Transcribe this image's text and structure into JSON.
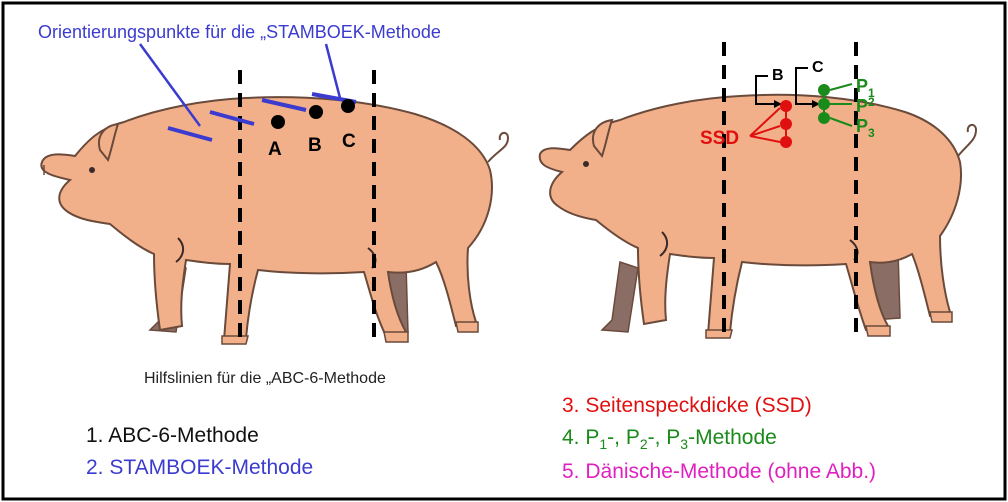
{
  "header": {
    "stamboek_note": "Orientierungspunkte für die „STAMBOEK-Methode"
  },
  "left_figure": {
    "points": [
      "A",
      "B",
      "C"
    ],
    "caption": "Hilfslinien für die „ABC-6-Methode"
  },
  "right_figure": {
    "bracket_b": "B",
    "bracket_c": "C",
    "ssd_label": "SSD",
    "p_points": [
      {
        "main": "P",
        "sub": "1"
      },
      {
        "main": "P",
        "sub": "2"
      },
      {
        "main": "P",
        "sub": "3"
      }
    ]
  },
  "legend": {
    "item1": "1. ABC-6-Methode",
    "item2": "2. STAMBOEK-Methode",
    "item3": "3. Seitenspeckdicke (SSD)",
    "item4": {
      "prefix": "4. P",
      "sub1": "1",
      "mid1": "-, P",
      "sub2": "2",
      "mid2": "-, P",
      "sub3": "3",
      "suffix": "-Methode"
    },
    "item5": "5. Dänische-Methode (ohne Abb.)"
  },
  "colors": {
    "blue": "#3b3bd0",
    "red": "#e01010",
    "green": "#1a8a1a",
    "magenta": "#e020c0",
    "pig": "#f2b08a",
    "pig_outline": "#6a4a3a",
    "leg_dark": "#8a6e66"
  }
}
